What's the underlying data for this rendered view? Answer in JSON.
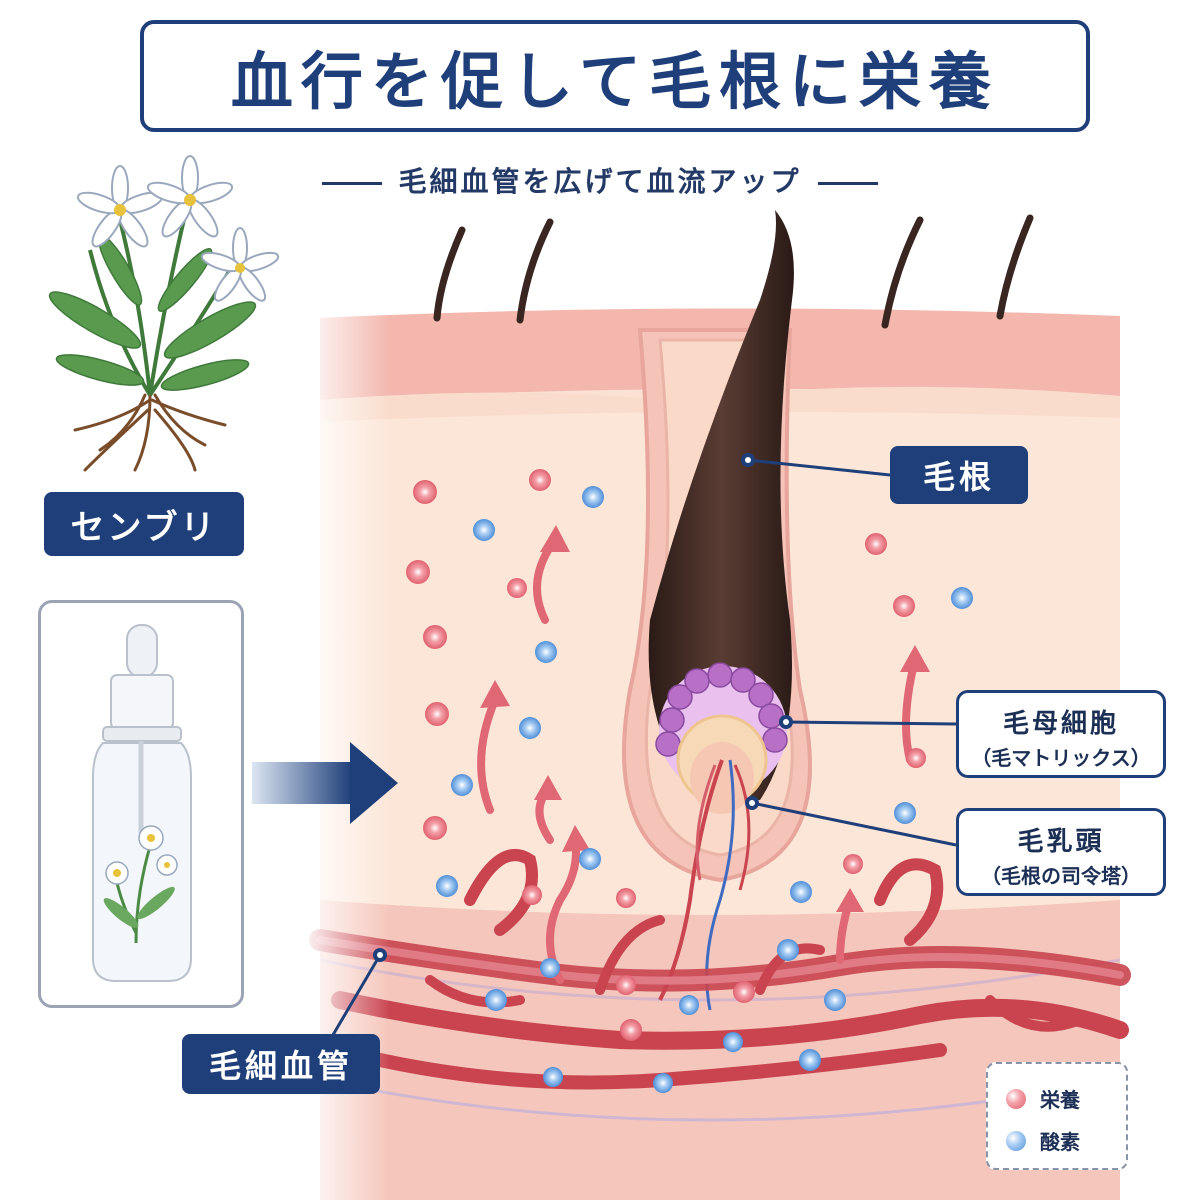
{
  "title": "血行を促して毛根に栄養",
  "subtitle": "毛細血管を広げて血流アップ",
  "plant": {
    "label": "センブリ"
  },
  "labels": {
    "hair_root": "毛根",
    "capillary": "毛細血管",
    "matrix_main": "毛母細胞",
    "matrix_sub": "（毛マトリックス）",
    "papilla_main": "毛乳頭",
    "papilla_sub": "（毛根の司令塔）"
  },
  "legend": {
    "nutrition": {
      "label": "栄養",
      "color": "#e8707e"
    },
    "oxygen": {
      "label": "酸素",
      "color": "#4f8fd8"
    }
  },
  "colors": {
    "navy": "#1f3f7a",
    "skin": "#f8d8c8",
    "vessel": "#c9444f",
    "hair": "#3a2620",
    "matrix": "#b86fc6"
  },
  "icons": [
    "senburi-plant-icon",
    "dropper-bottle-icon",
    "flow-arrow-icon"
  ]
}
